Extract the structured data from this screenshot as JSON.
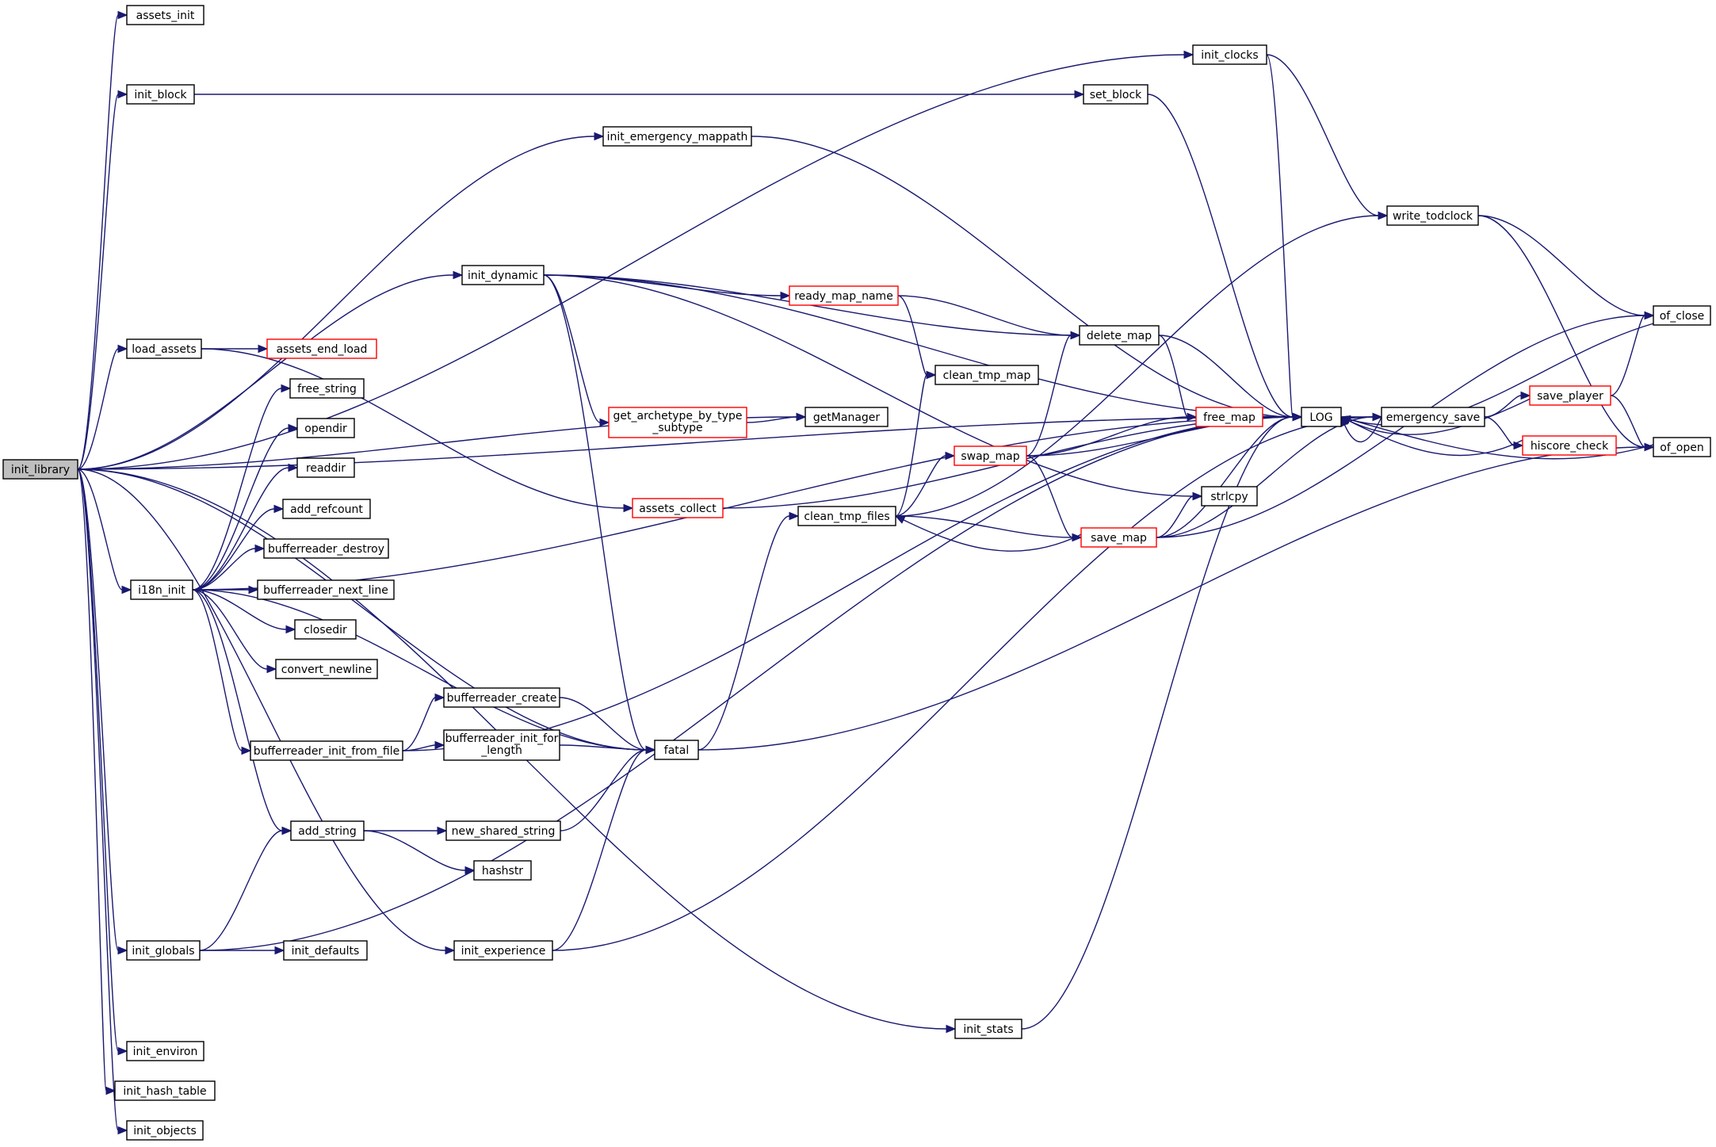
{
  "diagram": {
    "root": "init_library",
    "nodes": [
      {
        "id": "init_library",
        "label": "init_library",
        "style": "root"
      },
      {
        "id": "assets_init",
        "label": "assets_init",
        "style": "normal"
      },
      {
        "id": "init_block",
        "label": "init_block",
        "style": "normal"
      },
      {
        "id": "load_assets",
        "label": "load_assets",
        "style": "normal"
      },
      {
        "id": "i18n_init",
        "label": "i18n_init",
        "style": "normal"
      },
      {
        "id": "init_globals",
        "label": "init_globals",
        "style": "normal"
      },
      {
        "id": "init_environ",
        "label": "init_environ",
        "style": "normal"
      },
      {
        "id": "init_hash_table",
        "label": "init_hash_table",
        "style": "normal"
      },
      {
        "id": "init_objects",
        "label": "init_objects",
        "style": "normal"
      },
      {
        "id": "assets_end_load",
        "label": "assets_end_load",
        "style": "red"
      },
      {
        "id": "free_string",
        "label": "free_string",
        "style": "normal"
      },
      {
        "id": "opendir",
        "label": "opendir",
        "style": "normal"
      },
      {
        "id": "readdir",
        "label": "readdir",
        "style": "normal"
      },
      {
        "id": "add_refcount",
        "label": "add_refcount",
        "style": "normal"
      },
      {
        "id": "bufferreader_destroy",
        "label": "bufferreader_destroy",
        "style": "normal"
      },
      {
        "id": "bufferreader_next_line",
        "label": "bufferreader_next_line",
        "style": "normal"
      },
      {
        "id": "closedir",
        "label": "closedir",
        "style": "normal"
      },
      {
        "id": "convert_newline",
        "label": "convert_newline",
        "style": "normal"
      },
      {
        "id": "bufferreader_init_from_file",
        "label": "bufferreader_init_from_file",
        "style": "normal"
      },
      {
        "id": "add_string",
        "label": "add_string",
        "style": "normal"
      },
      {
        "id": "init_defaults",
        "label": "init_defaults",
        "style": "normal"
      },
      {
        "id": "init_emergency_mappath",
        "label": "init_emergency_mappath",
        "style": "normal"
      },
      {
        "id": "init_dynamic",
        "label": "init_dynamic",
        "style": "normal"
      },
      {
        "id": "get_archetype_by_type_subtype",
        "label": "get_archetype_by_type\n_subtype",
        "style": "red"
      },
      {
        "id": "assets_collect",
        "label": "assets_collect",
        "style": "red"
      },
      {
        "id": "bufferreader_create",
        "label": "bufferreader_create",
        "style": "normal"
      },
      {
        "id": "bufferreader_init_for_length",
        "label": "bufferreader_init_for\n_length",
        "style": "normal"
      },
      {
        "id": "new_shared_string",
        "label": "new_shared_string",
        "style": "normal"
      },
      {
        "id": "hashstr",
        "label": "hashstr",
        "style": "normal"
      },
      {
        "id": "init_experience",
        "label": "init_experience",
        "style": "normal"
      },
      {
        "id": "fatal",
        "label": "fatal",
        "style": "normal"
      },
      {
        "id": "ready_map_name",
        "label": "ready_map_name",
        "style": "red"
      },
      {
        "id": "getManager",
        "label": "getManager",
        "style": "normal"
      },
      {
        "id": "clean_tmp_files",
        "label": "clean_tmp_files",
        "style": "normal"
      },
      {
        "id": "clean_tmp_map",
        "label": "clean_tmp_map",
        "style": "normal"
      },
      {
        "id": "swap_map",
        "label": "swap_map",
        "style": "red"
      },
      {
        "id": "init_stats",
        "label": "init_stats",
        "style": "normal"
      },
      {
        "id": "init_clocks",
        "label": "init_clocks",
        "style": "normal"
      },
      {
        "id": "set_block",
        "label": "set_block",
        "style": "normal"
      },
      {
        "id": "delete_map",
        "label": "delete_map",
        "style": "normal"
      },
      {
        "id": "save_map",
        "label": "save_map",
        "style": "red"
      },
      {
        "id": "free_map",
        "label": "free_map",
        "style": "red"
      },
      {
        "id": "strlcpy",
        "label": "strlcpy",
        "style": "normal"
      },
      {
        "id": "LOG",
        "label": "LOG",
        "style": "normal"
      },
      {
        "id": "write_todclock",
        "label": "write_todclock",
        "style": "normal"
      },
      {
        "id": "emergency_save",
        "label": "emergency_save",
        "style": "normal"
      },
      {
        "id": "save_player",
        "label": "save_player",
        "style": "red"
      },
      {
        "id": "hiscore_check",
        "label": "hiscore_check",
        "style": "red"
      },
      {
        "id": "of_close",
        "label": "of_close",
        "style": "normal"
      },
      {
        "id": "of_open",
        "label": "of_open",
        "style": "normal"
      }
    ],
    "edges": [
      [
        "init_library",
        "assets_init"
      ],
      [
        "init_library",
        "init_clocks"
      ],
      [
        "init_library",
        "init_block"
      ],
      [
        "init_library",
        "init_emergency_mappath"
      ],
      [
        "init_library",
        "LOG"
      ],
      [
        "init_library",
        "init_dynamic"
      ],
      [
        "init_library",
        "load_assets"
      ],
      [
        "init_library",
        "getManager"
      ],
      [
        "init_library",
        "i18n_init"
      ],
      [
        "init_library",
        "fatal"
      ],
      [
        "init_library",
        "init_experience"
      ],
      [
        "init_library",
        "init_globals"
      ],
      [
        "init_library",
        "init_stats"
      ],
      [
        "init_library",
        "init_environ"
      ],
      [
        "init_library",
        "init_hash_table"
      ],
      [
        "init_library",
        "init_objects"
      ],
      [
        "init_block",
        "set_block"
      ],
      [
        "load_assets",
        "assets_end_load"
      ],
      [
        "load_assets",
        "assets_collect"
      ],
      [
        "i18n_init",
        "free_string"
      ],
      [
        "i18n_init",
        "opendir"
      ],
      [
        "i18n_init",
        "readdir"
      ],
      [
        "i18n_init",
        "add_refcount"
      ],
      [
        "i18n_init",
        "bufferreader_destroy"
      ],
      [
        "i18n_init",
        "bufferreader_next_line"
      ],
      [
        "i18n_init",
        "closedir"
      ],
      [
        "i18n_init",
        "convert_newline"
      ],
      [
        "i18n_init",
        "LOG"
      ],
      [
        "i18n_init",
        "bufferreader_init_from_file"
      ],
      [
        "i18n_init",
        "fatal"
      ],
      [
        "i18n_init",
        "add_string"
      ],
      [
        "bufferreader_init_from_file",
        "bufferreader_create"
      ],
      [
        "bufferreader_init_from_file",
        "bufferreader_init_for_length"
      ],
      [
        "bufferreader_init_from_file",
        "LOG"
      ],
      [
        "bufferreader_create",
        "fatal"
      ],
      [
        "bufferreader_init_for_length",
        "fatal"
      ],
      [
        "add_string",
        "new_shared_string"
      ],
      [
        "add_string",
        "hashstr"
      ],
      [
        "new_shared_string",
        "fatal"
      ],
      [
        "init_globals",
        "add_string"
      ],
      [
        "init_globals",
        "init_defaults"
      ],
      [
        "init_globals",
        "LOG"
      ],
      [
        "init_experience",
        "fatal"
      ],
      [
        "init_experience",
        "emergency_save"
      ],
      [
        "init_emergency_mappath",
        "LOG"
      ],
      [
        "init_dynamic",
        "LOG"
      ],
      [
        "init_dynamic",
        "ready_map_name"
      ],
      [
        "init_dynamic",
        "delete_map"
      ],
      [
        "init_dynamic",
        "get_archetype_by_type_subtype"
      ],
      [
        "init_dynamic",
        "strlcpy"
      ],
      [
        "init_dynamic",
        "fatal"
      ],
      [
        "get_archetype_by_type_subtype",
        "getManager"
      ],
      [
        "assets_collect",
        "LOG"
      ],
      [
        "fatal",
        "clean_tmp_files"
      ],
      [
        "fatal",
        "of_open"
      ],
      [
        "ready_map_name",
        "delete_map"
      ],
      [
        "ready_map_name",
        "clean_tmp_map"
      ],
      [
        "clean_tmp_files",
        "write_todclock"
      ],
      [
        "clean_tmp_files",
        "clean_tmp_map"
      ],
      [
        "clean_tmp_files",
        "swap_map"
      ],
      [
        "clean_tmp_files",
        "save_map"
      ],
      [
        "swap_map",
        "delete_map"
      ],
      [
        "swap_map",
        "free_map"
      ],
      [
        "swap_map",
        "LOG"
      ],
      [
        "swap_map",
        "save_map"
      ],
      [
        "save_map",
        "strlcpy"
      ],
      [
        "save_map",
        "LOG"
      ],
      [
        "save_map",
        "of_close"
      ],
      [
        "save_map",
        "emergency_save"
      ],
      [
        "save_map",
        "clean_tmp_files"
      ],
      [
        "init_stats",
        "LOG"
      ],
      [
        "init_clocks",
        "LOG"
      ],
      [
        "init_clocks",
        "write_todclock"
      ],
      [
        "set_block",
        "LOG"
      ],
      [
        "delete_map",
        "LOG"
      ],
      [
        "delete_map",
        "free_map"
      ],
      [
        "free_map",
        "LOG"
      ],
      [
        "LOG",
        "emergency_save"
      ],
      [
        "emergency_save",
        "save_player"
      ],
      [
        "emergency_save",
        "hiscore_check"
      ],
      [
        "emergency_save",
        "LOG"
      ],
      [
        "save_player",
        "LOG"
      ],
      [
        "save_player",
        "of_close"
      ],
      [
        "save_player",
        "of_open"
      ],
      [
        "hiscore_check",
        "LOG"
      ],
      [
        "write_todclock",
        "of_close"
      ],
      [
        "write_todclock",
        "of_open"
      ],
      [
        "of_close",
        "LOG"
      ],
      [
        "of_open",
        "LOG"
      ]
    ]
  }
}
